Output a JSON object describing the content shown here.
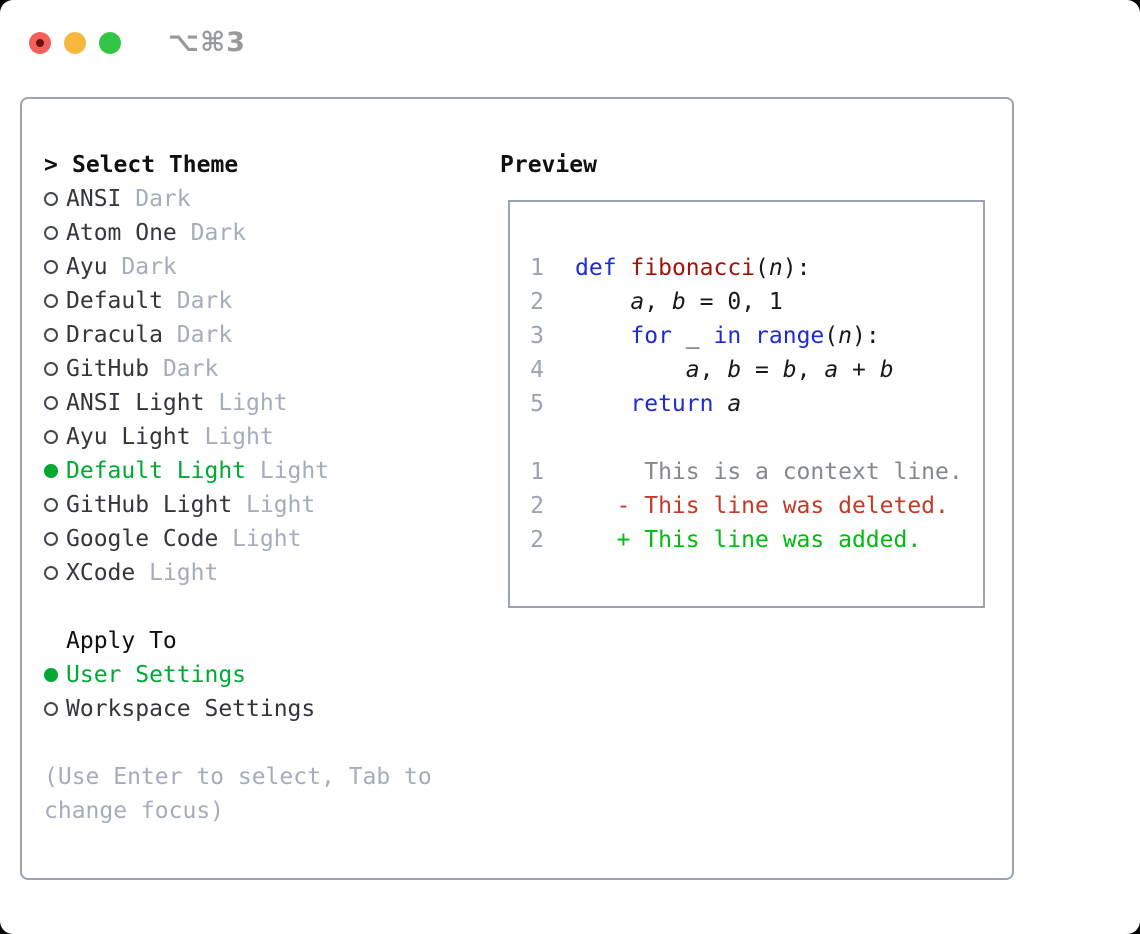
{
  "window": {
    "shortcut": "⌥⌘3",
    "traffic_lights": [
      "close",
      "minimize",
      "zoom"
    ]
  },
  "colors": {
    "selected_green": "#00a932",
    "added_green": "#00bb10",
    "deleted_red": "#c43a28",
    "keyword_blue": "#1f2bd2",
    "function_red": "#a21309",
    "context_gray": "#84898f",
    "muted_gray": "#a4adbb",
    "border_gray": "#9aa3ae",
    "text_dark": "#33373d",
    "heading_black": "#0e1012",
    "lineno_gray": "#99a3b2",
    "traffic_red": "#f4605a",
    "traffic_yellow": "#f6b73c",
    "traffic_green": "#32c546"
  },
  "theme_panel": {
    "prompt": ">",
    "title": "Select Theme",
    "items": [
      {
        "name": "ANSI",
        "variant": "Dark",
        "selected": false
      },
      {
        "name": "Atom One",
        "variant": "Dark",
        "selected": false
      },
      {
        "name": "Ayu",
        "variant": "Dark",
        "selected": false
      },
      {
        "name": "Default",
        "variant": "Dark",
        "selected": false
      },
      {
        "name": "Dracula",
        "variant": "Dark",
        "selected": false
      },
      {
        "name": "GitHub",
        "variant": "Dark",
        "selected": false
      },
      {
        "name": "ANSI Light",
        "variant": "Light",
        "selected": false
      },
      {
        "name": "Ayu Light",
        "variant": "Light",
        "selected": false
      },
      {
        "name": "Default Light",
        "variant": "Light",
        "selected": true
      },
      {
        "name": "GitHub Light",
        "variant": "Light",
        "selected": false
      },
      {
        "name": "Google Code",
        "variant": "Light",
        "selected": false
      },
      {
        "name": "XCode",
        "variant": "Light",
        "selected": false
      }
    ]
  },
  "apply_panel": {
    "title": "Apply To",
    "items": [
      {
        "label": "User Settings",
        "selected": true
      },
      {
        "label": "Workspace Settings",
        "selected": false
      }
    ]
  },
  "help_text": "(Use Enter to select, Tab to change focus)",
  "preview": {
    "title": "Preview",
    "lines": [
      {
        "no": "1",
        "segments": [
          [
            "kw",
            "def"
          ],
          [
            "txt",
            " "
          ],
          [
            "fn",
            "fibonacci"
          ],
          [
            "txt",
            "("
          ],
          [
            "var",
            "n"
          ],
          [
            "txt",
            "):"
          ]
        ]
      },
      {
        "no": "2",
        "segments": [
          [
            "txt",
            "    "
          ],
          [
            "var",
            "a"
          ],
          [
            "txt",
            ", "
          ],
          [
            "var",
            "b"
          ],
          [
            "txt",
            " = 0, 1"
          ]
        ]
      },
      {
        "no": "3",
        "segments": [
          [
            "txt",
            "    "
          ],
          [
            "kw",
            "for"
          ],
          [
            "txt",
            " _ "
          ],
          [
            "kw",
            "in"
          ],
          [
            "txt",
            " "
          ],
          [
            "kw",
            "range"
          ],
          [
            "txt",
            "("
          ],
          [
            "var",
            "n"
          ],
          [
            "txt",
            "):"
          ]
        ]
      },
      {
        "no": "4",
        "segments": [
          [
            "txt",
            "        "
          ],
          [
            "var",
            "a"
          ],
          [
            "txt",
            ", "
          ],
          [
            "var",
            "b"
          ],
          [
            "txt",
            " = "
          ],
          [
            "var",
            "b"
          ],
          [
            "txt",
            ", "
          ],
          [
            "var",
            "a"
          ],
          [
            "txt",
            " + "
          ],
          [
            "var",
            "b"
          ]
        ]
      },
      {
        "no": "5",
        "segments": [
          [
            "txt",
            "    "
          ],
          [
            "kw",
            "return"
          ],
          [
            "txt",
            " "
          ],
          [
            "var",
            "a"
          ]
        ]
      },
      {
        "no": "",
        "segments": []
      },
      {
        "no": "1",
        "segments": [
          [
            "ctx",
            "     This is a context line."
          ]
        ]
      },
      {
        "no": "2",
        "segments": [
          [
            "del",
            "   - This line was deleted."
          ]
        ]
      },
      {
        "no": "2",
        "segments": [
          [
            "add",
            "   + This line was added."
          ]
        ]
      }
    ]
  }
}
